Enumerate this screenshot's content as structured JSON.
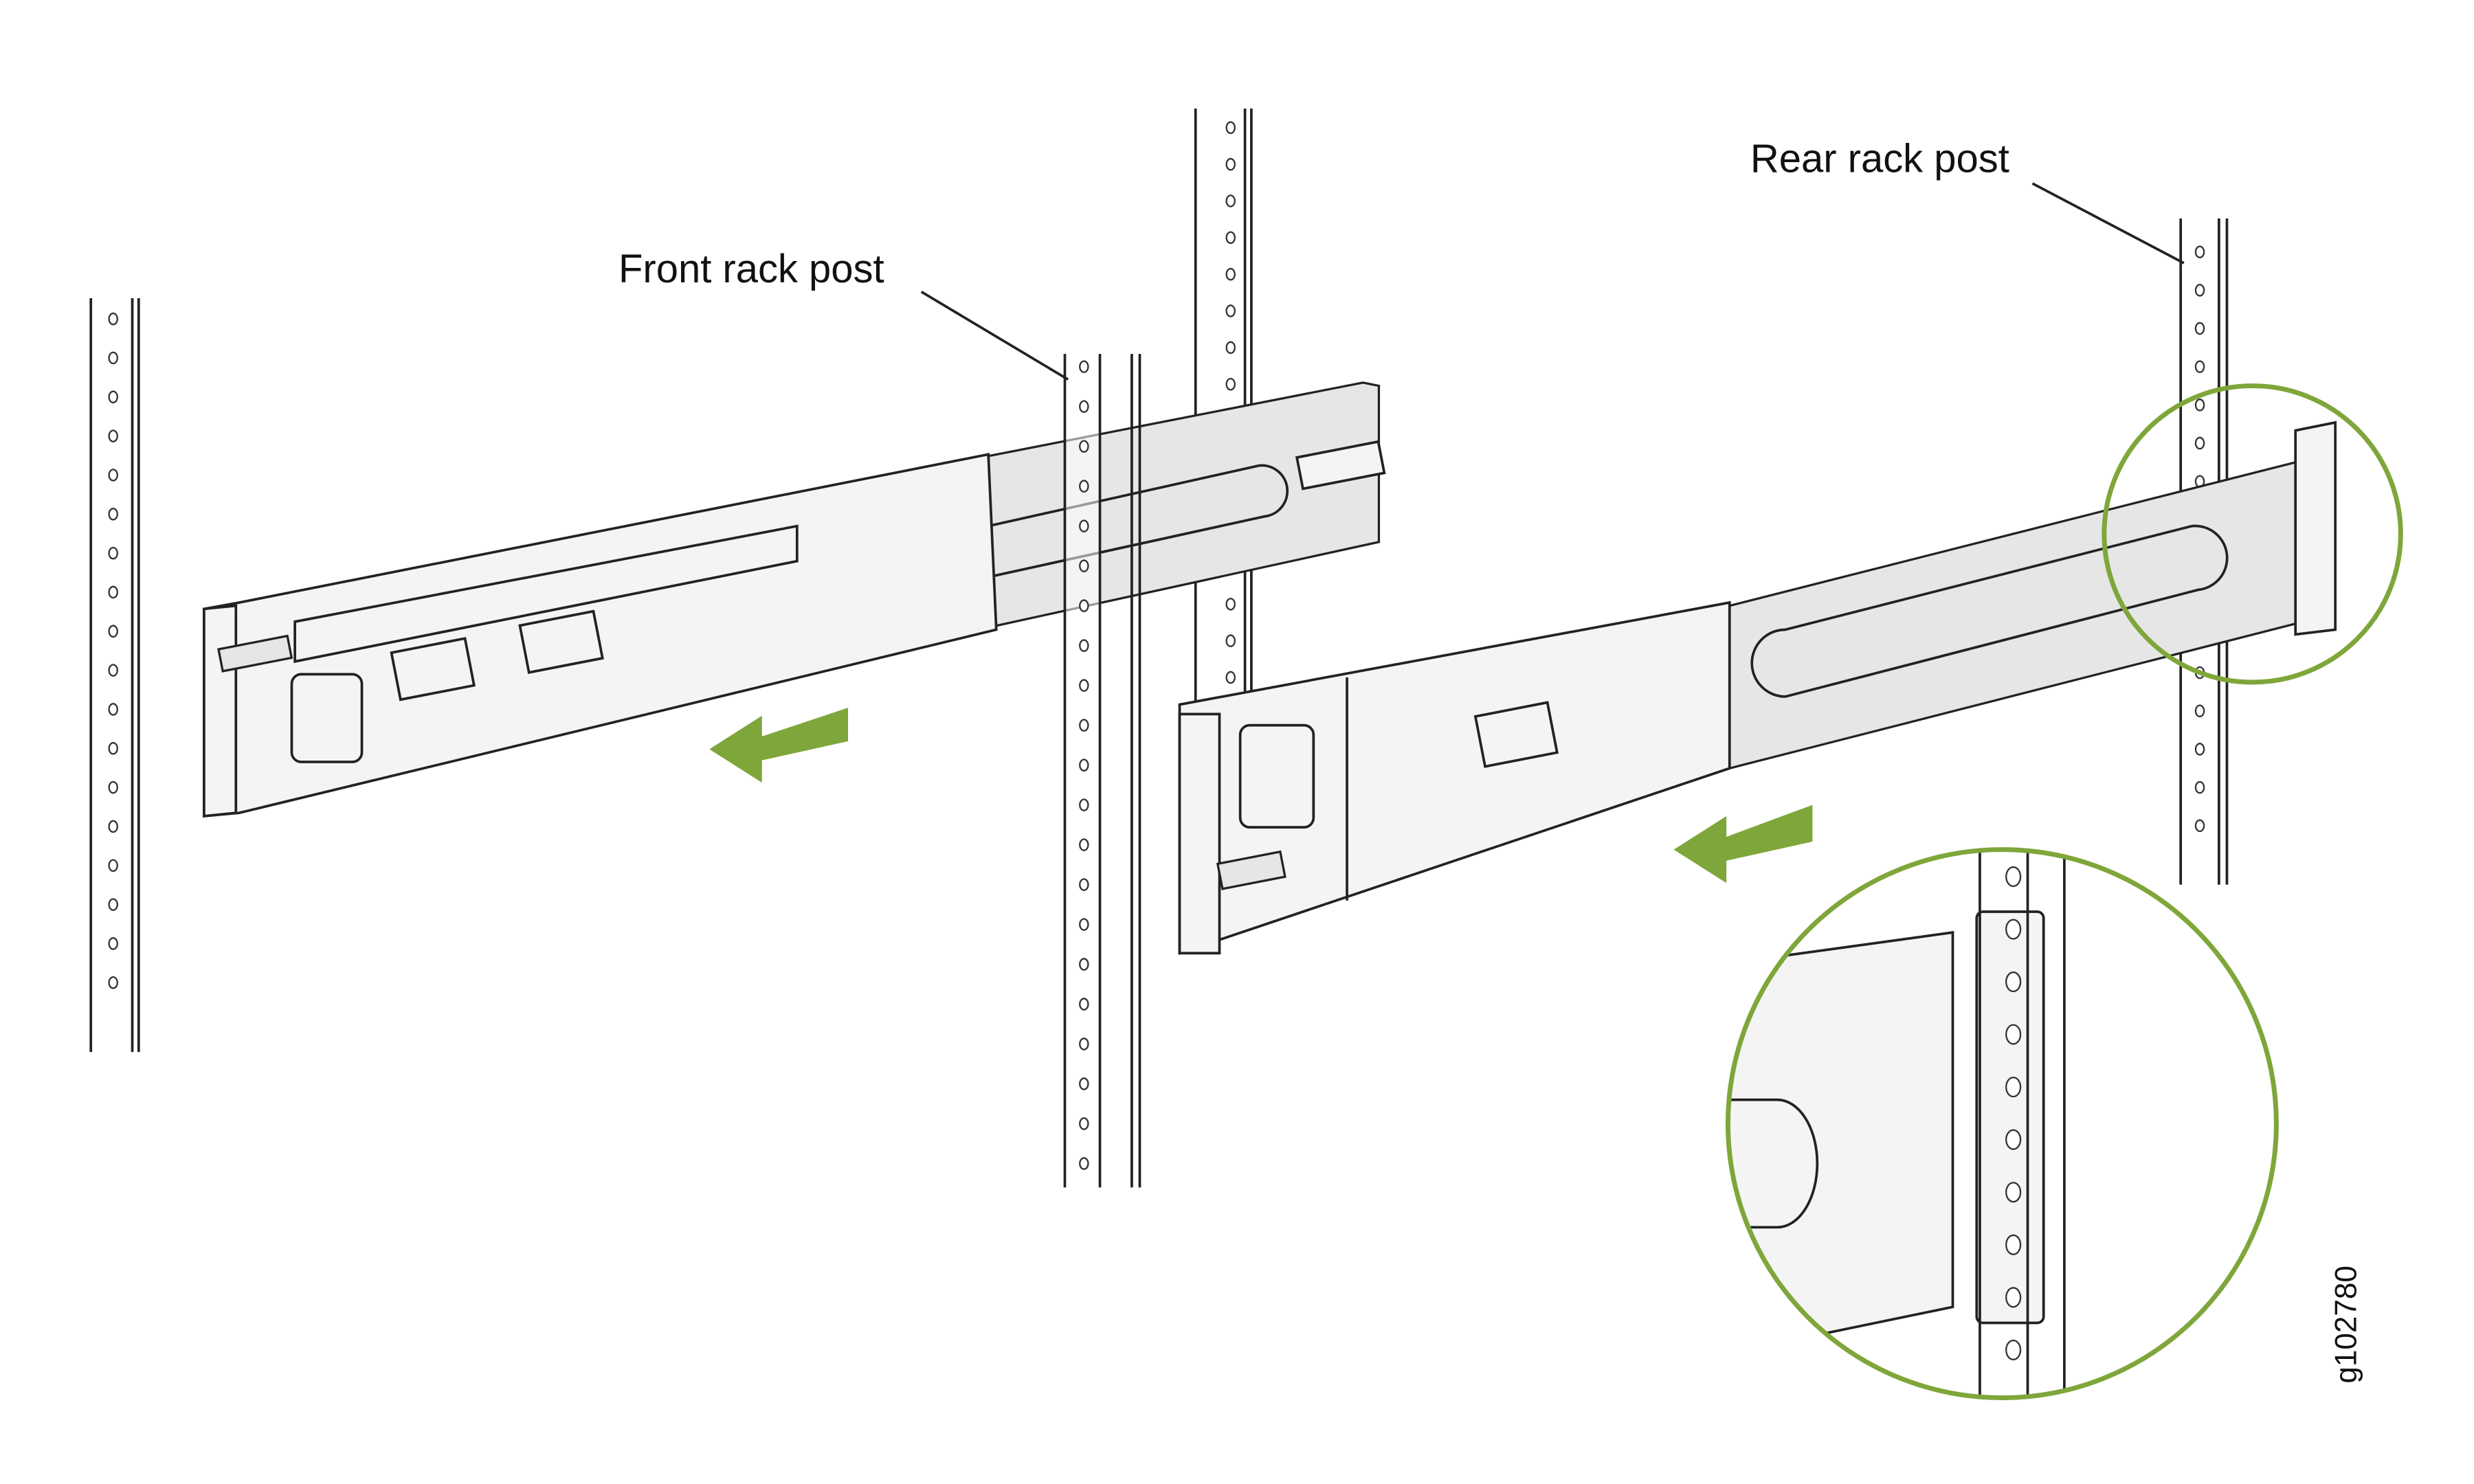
{
  "labels": {
    "front_rack_post": "Front rack post",
    "rear_rack_post": "Rear rack post"
  },
  "figure_id": "g102780",
  "colors": {
    "accent_green": "#7fa63a",
    "line": "#222222",
    "rail_fill": "#f4f4f4"
  }
}
